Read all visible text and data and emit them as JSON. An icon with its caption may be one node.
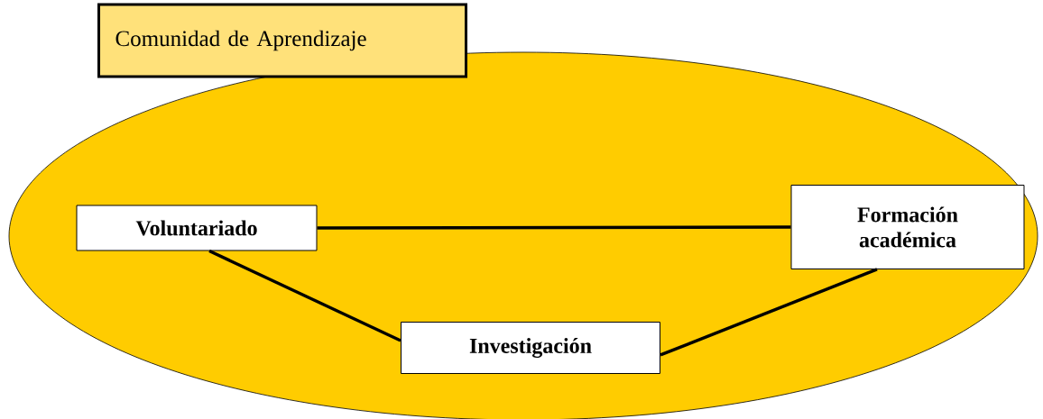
{
  "diagram": {
    "nodes": [
      {
        "text": [
          "Comunidad de Aprendizaje"
        ]
      },
      {
        "text": [],
        "shape": "ellipse"
      },
      {
        "text": [
          "Voluntariado"
        ],
        "in": 1
      },
      {
        "text": [
          "Formación académica"
        ],
        "in": 1
      },
      {
        "text": [
          "Investigación"
        ],
        "in": 1
      }
    ],
    "edges": [
      {
        "from": 2,
        "to": 3,
        "arrow": "none"
      },
      {
        "from": 2,
        "to": 4,
        "arrow": "none"
      },
      {
        "from": 4,
        "to": 3,
        "arrow": "none"
      }
    ]
  }
}
